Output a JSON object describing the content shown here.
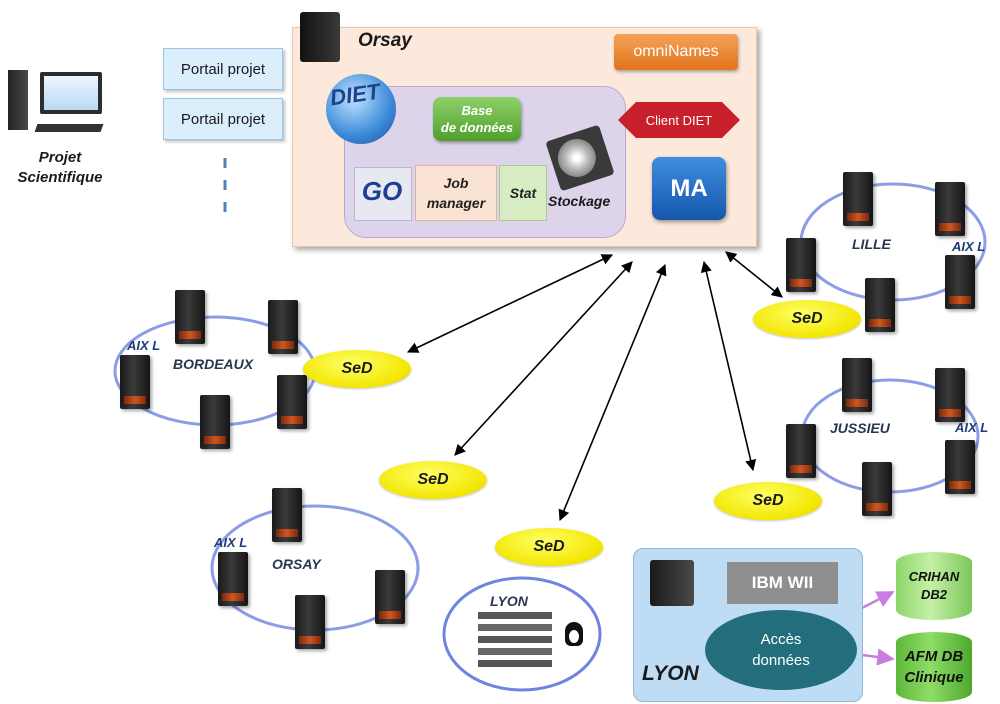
{
  "client": {
    "line1": "Projet",
    "line2": "Scientifique"
  },
  "portals": [
    "Portail projet",
    "Portail projet"
  ],
  "orsay_box": {
    "title": "Orsay",
    "omninames": "omniNames",
    "db_line1": "Base",
    "db_line2": "de données",
    "client_diet": "Client DIET",
    "go_logo": "GO",
    "job_line1": "Job",
    "job_line2": "manager",
    "stat": "Stat",
    "stockage": "Stockage",
    "ma": "MA",
    "diet_logo": "DIET"
  },
  "sed_label": "SeD",
  "sites": {
    "lille": "LILLE",
    "bordeaux": "BORDEAUX",
    "jussieu": "JUSSIEU",
    "orsay": "ORSAY",
    "lyon_cluster": "LYON"
  },
  "aix_label": "AIX",
  "aix_suffix": "L",
  "lyon_box": {
    "label": "LYON",
    "ibm": "IBM WII",
    "acces_line1": "Accès",
    "acces_line2": "données"
  },
  "databases": [
    {
      "line1": "CRIHAN",
      "line2": "DB2"
    },
    {
      "line1": "AFM DB",
      "line2": "Clinique"
    }
  ],
  "colors": {
    "sed": "#f2e600",
    "ma": "#1557ad",
    "omni": "#e0741e",
    "ring": "#8a9de6",
    "arrow": "#000000",
    "db_arrow": "#c87de0"
  }
}
